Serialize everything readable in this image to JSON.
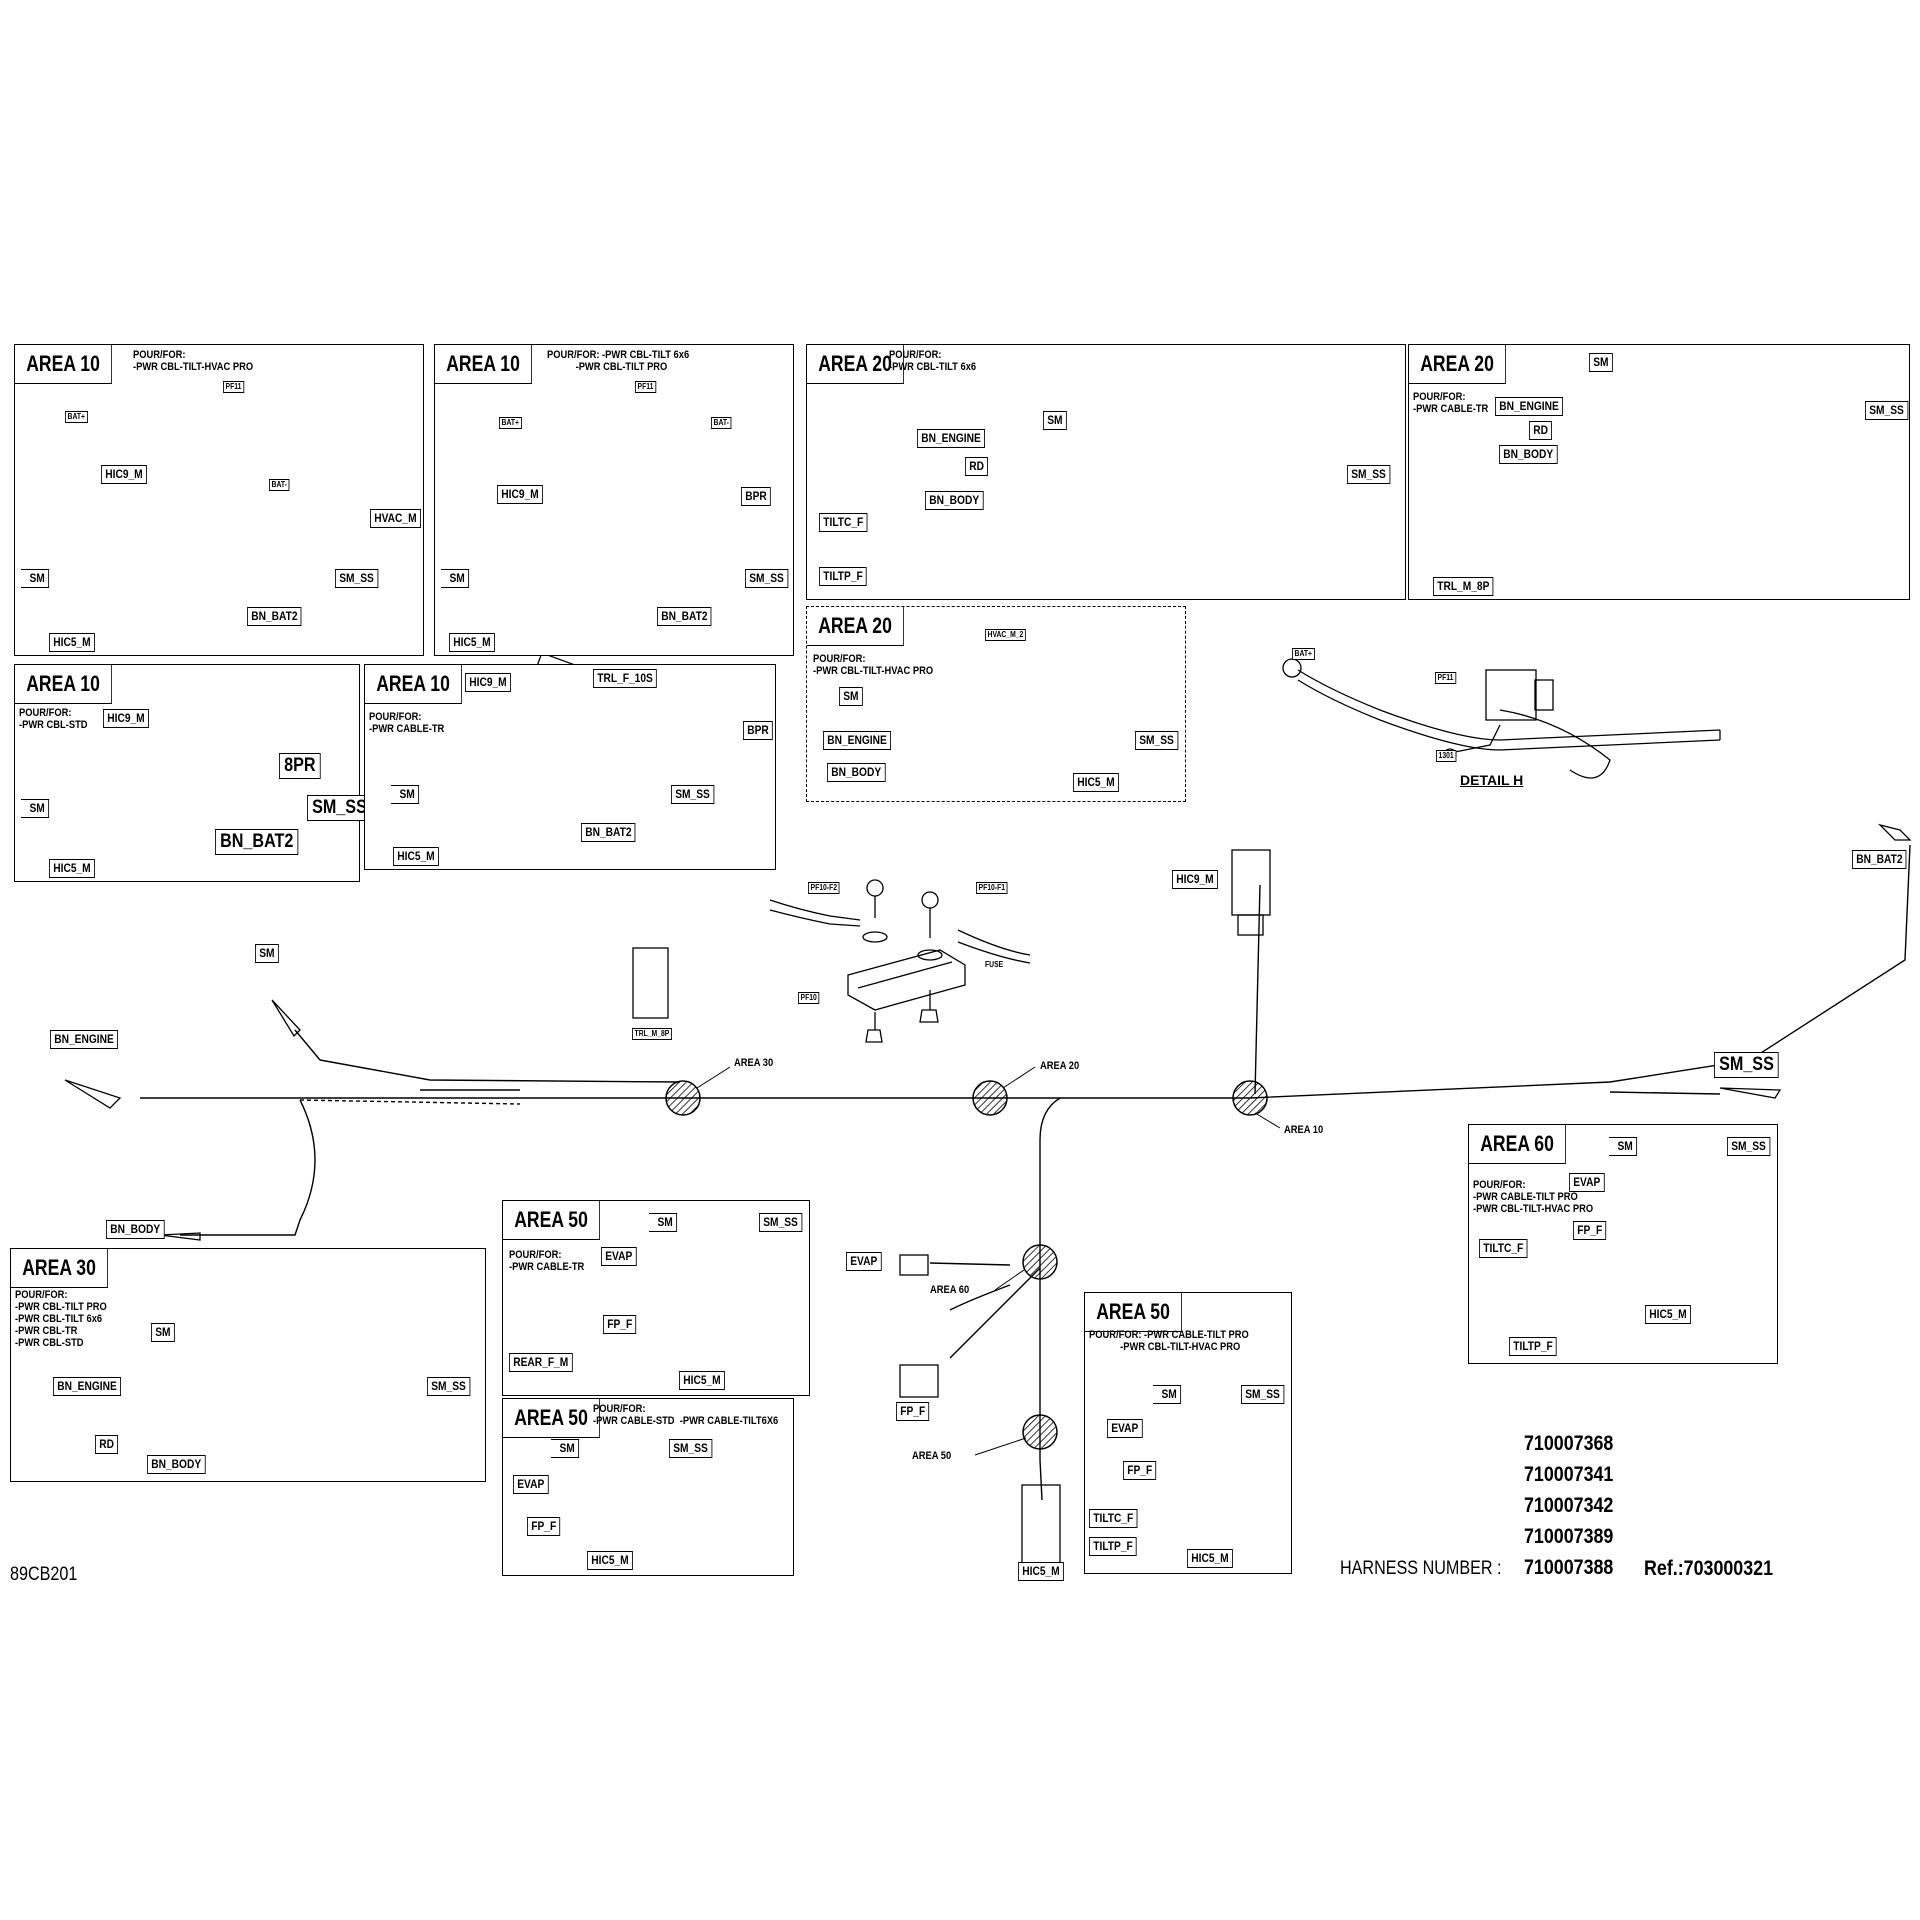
{
  "drawing_code": "89CB201",
  "areas": {
    "a10_1": {
      "title": "AREA 10",
      "note": "POUR/FOR:\n-PWR CBL-TILT-HVAC PRO",
      "tags": {
        "bat_plus": "BAT+",
        "pf11": "PF11",
        "hic9": "HIC9_M",
        "bat_minus": "BAT-",
        "hvac": "HVAC_M",
        "sm": "SM",
        "sm_ss": "SM_SS",
        "bn_bat2": "BN_BAT2",
        "hic5": "HIC5_M"
      }
    },
    "a10_2": {
      "title": "AREA 10",
      "note": "POUR/FOR: -PWR CBL-TILT 6x6\n           -PWR CBL-TILT PRO",
      "tags": {
        "bat_plus": "BAT+",
        "pf11": "PF11",
        "bat_minus": "BAT-",
        "hic9": "HIC9_M",
        "bpr": "BPR",
        "sm": "SM",
        "sm_ss": "SM_SS",
        "bn_bat2": "BN_BAT2",
        "hic5": "HIC5_M"
      }
    },
    "a20_1": {
      "title": "AREA 20",
      "note": "POUR/FOR:\n-PWR CBL-TILT 6x6",
      "tags": {
        "sm": "SM",
        "bn_engine": "BN_ENGINE",
        "rd": "RD",
        "bn_body": "BN_BODY",
        "sm_ss": "SM_SS",
        "tltc": "TILTC_F",
        "tltp": "TILTP_F"
      }
    },
    "a20_2": {
      "title": "AREA 20",
      "note": "POUR/FOR:\n-PWR CABLE-TR",
      "tags": {
        "sm": "SM",
        "bn_engine": "BN_ENGINE",
        "rd": "RD",
        "bn_body": "BN_BODY",
        "sm_ss": "SM_SS",
        "trl": "TRL_M_8P"
      }
    },
    "a10_3": {
      "title": "AREA 10",
      "note": "POUR/FOR:\n-PWR CBL-STD",
      "tags": {
        "hic9": "HIC9_M",
        "bpr": "8PR",
        "sm": "SM",
        "sm_ss": "SM_SS",
        "bn_bat2": "BN_BAT2",
        "hic5": "HIC5_M"
      }
    },
    "a10_4": {
      "title": "AREA 10",
      "note": "POUR/FOR:\n-PWR CABLE-TR",
      "tags": {
        "hic9": "HIC9_M",
        "trl": "TRL_F_10S",
        "bpr": "BPR",
        "sm": "SM",
        "sm_ss": "SM_SS",
        "bn_bat2": "BN_BAT2",
        "hic5": "HIC5_M"
      }
    },
    "a20_3": {
      "title": "AREA 20",
      "note": "POUR/FOR:\n-PWR CBL-TILT-HVAC PRO",
      "tags": {
        "hvac": "HVAC_M_2",
        "sm": "SM",
        "bn_engine": "BN_ENGINE",
        "bn_body": "BN_BODY",
        "sm_ss": "SM_SS",
        "hic5": "HIC5_M"
      }
    },
    "a30": {
      "title": "AREA 30",
      "note": "POUR/FOR:\n-PWR CBL-TILT PRO\n-PWR CBL-TILT 6x6\n-PWR CBL-TR\n-PWR CBL-STD",
      "tags": {
        "sm": "SM",
        "bn_engine": "BN_ENGINE",
        "sm_ss": "SM_SS",
        "rd": "RD",
        "bn_body": "BN_BODY"
      }
    },
    "a50_1": {
      "title": "AREA 50",
      "note": "POUR/FOR:\n-PWR CABLE-TR",
      "tags": {
        "sm": "SM",
        "sm_ss": "SM_SS",
        "evap": "EVAP",
        "fp": "FP_F",
        "rear": "REAR_F_M",
        "hic5": "HIC5_M"
      }
    },
    "a50_2": {
      "title": "AREA 50",
      "note": "POUR/FOR:\n-PWR CABLE-STD  -PWR CABLE-TILT6X6",
      "tags": {
        "sm": "SM",
        "sm_ss": "SM_SS",
        "evap": "EVAP",
        "fp": "FP_F",
        "hic5": "HIC5_M"
      }
    },
    "a50_3": {
      "title": "AREA 50",
      "note": "POUR/FOR: -PWR CABLE-TILT PRO\n            -PWR CBL-TILT-HVAC PRO",
      "tags": {
        "sm": "SM",
        "sm_ss": "SM_SS",
        "evap": "EVAP",
        "fp": "FP_F",
        "tltc": "TILTC_F",
        "tltp": "TILTP_F",
        "hic5": "HIC5_M"
      }
    },
    "a60": {
      "title": "AREA 60",
      "note": "POUR/FOR:\n-PWR CABLE-TILT PRO\n-PWR CBL-TILT-HVAC PRO",
      "tags": {
        "sm": "SM",
        "sm_ss": "SM_SS",
        "evap": "EVAP",
        "fp": "FP_F",
        "tltc": "TILTC_F",
        "tltp": "TILTP_F",
        "hic5": "HIC5_M"
      }
    }
  },
  "detail_h": {
    "label": "DETAIL H",
    "tags": {
      "bat_plus": "BAT+",
      "pf11": "PF11",
      "code": "1301"
    }
  },
  "fuse_block": {
    "tags": {
      "pf10": "PF10",
      "pf10f2": "PF10-F2",
      "pf10f1": "PF10-F1",
      "fuse": "FUSE"
    }
  },
  "main": {
    "tags": {
      "sm": "SM",
      "bn_engine": "BN_ENGINE",
      "bn_body": "BN_BODY",
      "trl": "TRL_M_8P",
      "hic9": "HIC9_M",
      "bn_bat2": "BN_BAT2",
      "sm_ss": "SM_SS",
      "evap": "EVAP",
      "fp": "FP_F",
      "hic5": "HIC5_M"
    },
    "area_labels": {
      "a30": "AREA 30",
      "a20": "AREA 20",
      "a10": "AREA 10",
      "a60": "AREA 60",
      "a50": "AREA 50"
    }
  },
  "part_numbers": [
    "710007368",
    "710007341",
    "710007342",
    "710007389",
    "710007388"
  ],
  "harness_label": "HARNESS NUMBER :",
  "ref": "Ref.:703000321"
}
